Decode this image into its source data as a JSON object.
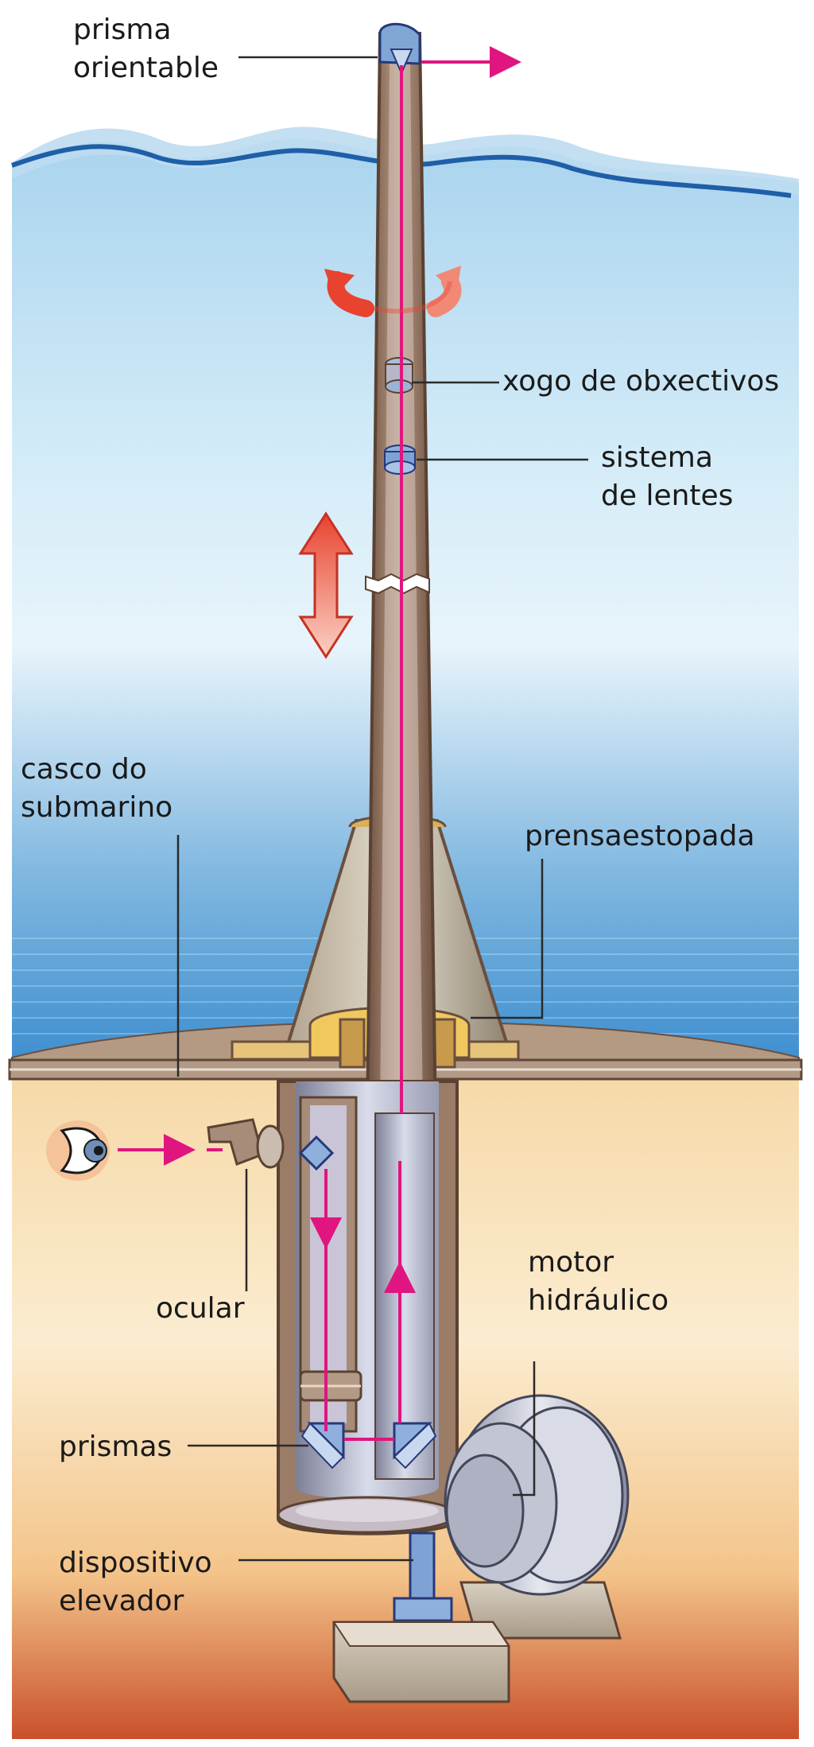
{
  "labels": {
    "prisma_orientable": [
      "prisma",
      "orientable"
    ],
    "xogo_de_obxectivos": "xogo de obxectivos",
    "sistema_de_lentes": [
      "sistema",
      "de lentes"
    ],
    "casco_do_submarino": [
      "casco do",
      "submarino"
    ],
    "prensaestopada": "prensaestopada",
    "motor_hidraulico": [
      "motor",
      "hidráulico"
    ],
    "ocular": "ocular",
    "prismas": "prismas",
    "dispositivo_elevador": [
      "dispositivo",
      "elevador"
    ]
  },
  "icons": [
    "eye-icon",
    "rotation-arrow-icon",
    "up-down-arrow-icon"
  ],
  "colors": {
    "sea_top": "#cfe6f5",
    "sea_bottom": "#3f8fd0",
    "waterline": "#1f5fa8",
    "interior_top": "#fbe7c4",
    "interior_bottom": "#cf5d2c",
    "tube": "#8a6a55",
    "light_path": "#e0157f",
    "motion_arrow": "#e8432f",
    "prism": "#9fb7d8"
  }
}
